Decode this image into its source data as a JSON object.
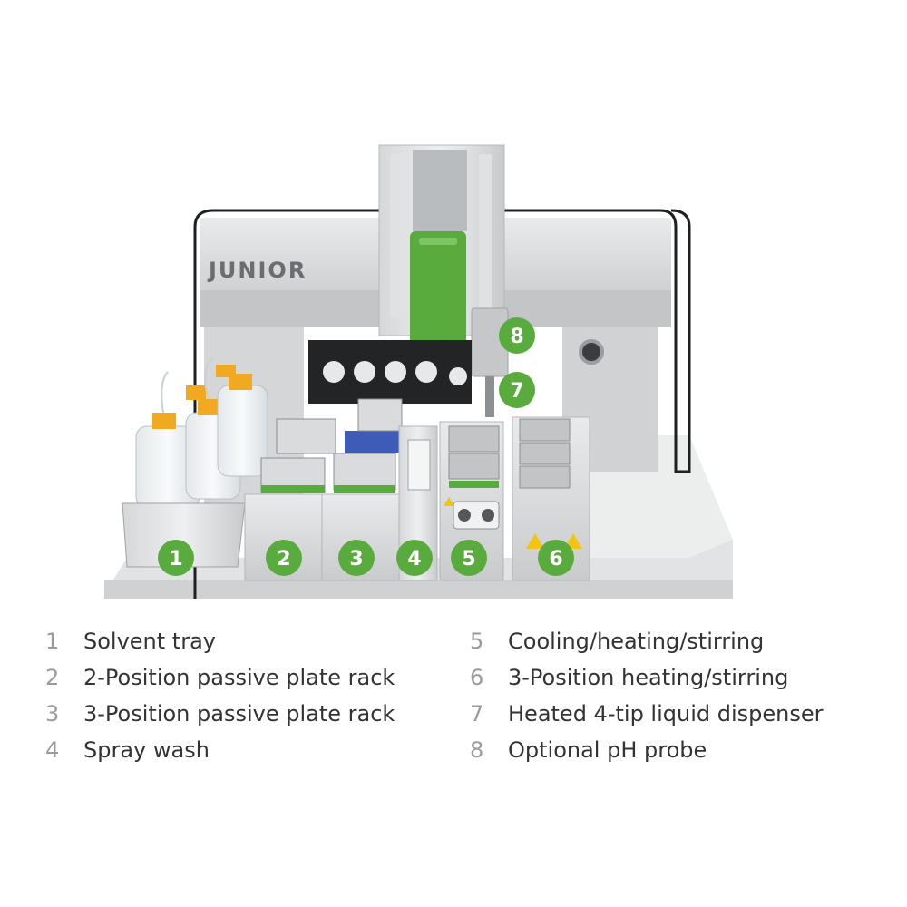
{
  "figure": {
    "brand_logo": "JUNIOR",
    "accent_color": "#5aab3d",
    "badges": [
      "1",
      "2",
      "3",
      "4",
      "5",
      "6",
      "7",
      "8"
    ]
  },
  "legend": {
    "left": [
      {
        "num": "1",
        "label": "Solvent tray"
      },
      {
        "num": "2",
        "label": "2-Position passive plate rack"
      },
      {
        "num": "3",
        "label": "3-Position passive plate rack"
      },
      {
        "num": "4",
        "label": "Spray wash"
      }
    ],
    "right": [
      {
        "num": "5",
        "label": "Cooling/heating/stirring"
      },
      {
        "num": "6",
        "label": "3-Position heating/stirring"
      },
      {
        "num": "7",
        "label": "Heated 4-tip liquid dispenser"
      },
      {
        "num": "8",
        "label": "Optional pH probe"
      }
    ]
  }
}
